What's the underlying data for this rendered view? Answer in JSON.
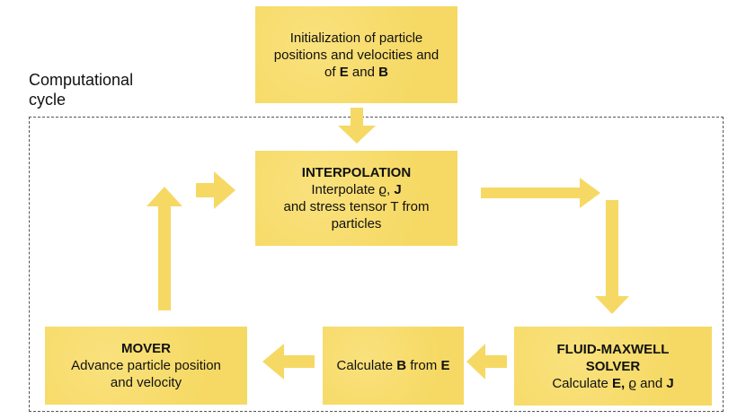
{
  "cycle_label": "Computational\ncycle",
  "init_box": {
    "line1": "Initialization of particle",
    "line2": "positions and velocities and",
    "line3_prefix": "of ",
    "line3_e": "E",
    "line3_and": " and ",
    "line3_b": "B"
  },
  "interp_box": {
    "title": "INTERPOLATION",
    "line1_prefix": "Interpolate ϱ, ",
    "line1_j": "J",
    "line2": "and stress tensor T from",
    "line3": "particles"
  },
  "solver_box": {
    "title1": "FLUID-MAXWELL",
    "title2": "SOLVER",
    "line_prefix": "Calculate ",
    "line_e": "E,",
    "line_mid": " ϱ and ",
    "line_j": "J"
  },
  "calcb_box": {
    "prefix": "Calculate ",
    "b": "B",
    "mid": " from ",
    "e": "E"
  },
  "mover_box": {
    "title": "MOVER",
    "line1": "Advance particle position",
    "line2": "and velocity"
  },
  "colors": {
    "box_fill": "#f6d964",
    "arrow_fill": "#f6d964"
  }
}
